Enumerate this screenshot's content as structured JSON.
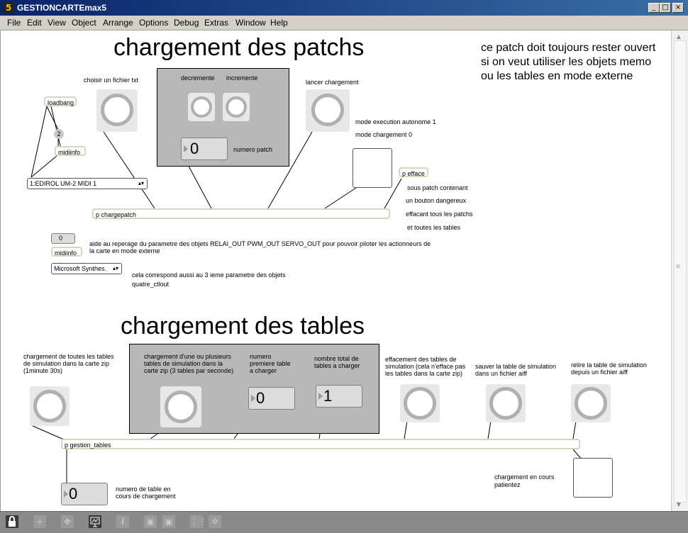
{
  "window": {
    "app_icon": "5",
    "title": "GESTIONCARTEmax5",
    "controls": [
      "_",
      "□",
      "×"
    ]
  },
  "menu": [
    "File",
    "Edit",
    "View",
    "Object",
    "Arrange",
    "Options",
    "Debug",
    "Extras",
    "Window",
    "Help"
  ],
  "patches": {
    "heading": "chargement des patchs",
    "comment": "ce patch doit toujours rester ouvert si on veut utiliser les objets memo ou les tables en mode externe",
    "loadbang": "loadbang",
    "msg_2": "2",
    "midiinfo_1": "midiinfo",
    "midi_device": "1:EDIROL UM-2 MIDI 1",
    "choose_file": "choisir un fichier txt",
    "decrement": "decremente",
    "increment": "incremente",
    "patch_number_value": "0",
    "patch_number_label": "numero patch",
    "launch_label": "lancer chargement",
    "mode_auto": "mode execution autonome 1",
    "mode_load": "mode chargement 0",
    "chargepatch": "p chargepatch",
    "efface": "p efface",
    "efface_desc_1": "sous patch contenant",
    "efface_desc_2": "un bouton dangereux",
    "efface_desc_3": "effacant tous les patchs",
    "efface_desc_4": "et toutes les tables",
    "msg_0": "0",
    "midiinfo_2": "midiinfo",
    "synth_device": "Microsoft Synthes.",
    "aide_1": "aide au reperage du parametre des objets RELAI_OUT PWM_OUT SERVO_OUT pour pouvoir piloter les actionneurs de",
    "aide_2": "la carte en mode externe",
    "corresp_1": "cela correspond aussi au 3 ieme parametre des objets",
    "corresp_2": "quatre_ctlout"
  },
  "tables": {
    "heading": "chargement des tables",
    "all_tables_1": "chargement de toutes les tables",
    "all_tables_2": "de simulation dans la carte zip",
    "all_tables_3": "(1minute 30s)",
    "some_tables_1": "chargement d'une ou plusieurs",
    "some_tables_2": "tables de simulation dans la",
    "some_tables_3": "carte zip (3 tables par seconde)",
    "first_table_1": "numero",
    "first_table_2": "premiere table",
    "first_table_3": "a charger",
    "first_table_value": "0",
    "total_1": "nombre total de",
    "total_2": "tables a charger",
    "total_value": "1",
    "erase_1": "effacement des tables de",
    "erase_2": "simulation (cela n'efface pas",
    "erase_3": "les tables  dans la carte  zip)",
    "save_1": "sauver la table de simulation",
    "save_2": "dans un fichier aiff",
    "reload_1": "relire la table de simulation",
    "reload_2": "depuis un fichier aiff",
    "gestion": "p gestion_tables",
    "current_value": "0",
    "current_1": "numero de table en",
    "current_2": "cours de chargement",
    "loading_1": "chargement en cours",
    "loading_2": "patientez"
  },
  "toolbar": [
    "lock-icon",
    "plus-icon",
    "move-icon",
    "presentation-icon",
    "info-icon",
    "layers-icon",
    "layers2-icon",
    "grid-icon",
    "gear-icon"
  ],
  "scrollbar": {
    "up": "▲",
    "down": "▼",
    "grip": "≡"
  }
}
